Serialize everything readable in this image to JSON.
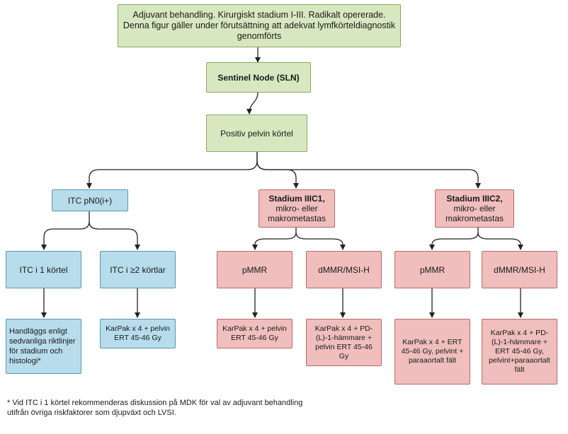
{
  "nodes": {
    "top": "Adjuvant behandling. Kirurgiskt stadium I-III. Radikalt opererade. Denna figur gäller under förutsättning att adekvat lymfkörteldiagnostik genomförts",
    "sln": "Sentinel Node (SLN)",
    "positiv": "Positiv pelvin körtel",
    "itc": "ITC pN0(i+)",
    "stadium3c1_title": "Stadium IIIC1,",
    "stadium3c1_sub": "mikro- eller makrometastas",
    "stadium3c2_title": "Stadium IIIC2,",
    "stadium3c2_sub": "mikro- eller makrometastas",
    "itc_1": "ITC i 1 körtel",
    "itc_2": "ITC i ≥2 körtlar",
    "pmmr_1": "pMMR",
    "dmmr_1": "dMMR/MSI-H",
    "pmmr_2": "pMMR",
    "dmmr_2": "dMMR/MSI-H",
    "handlaggs": "Handläggs enligt sedvanliga riktlinjer för stadium och histologi*",
    "karpak_itc2": "KarPak x 4 + pelvin ERT 45-46 Gy",
    "karpak_pmmr1": "KarPak x 4 + pelvin ERT 45-46 Gy",
    "karpak_dmmr1": "KarPak x 4 + PD-(L)-1-hämmare + pelvin ERT 45-46 Gy",
    "karpak_pmmr2": "KarPak x 4 + ERT 45-46 Gy, pelvint + paraaortalt fält",
    "karpak_dmmr2": "KarPak x 4 + PD-(L)-1-hämmare + ERT 45-46 Gy, pelvint+paraaortalt fält"
  },
  "footnote": "* Vid ITC i 1 körtel rekommenderas diskussion på MDK för val av adjuvant behandling utifrån övriga riskfaktorer som djupväxt och LVSI.",
  "colors": {
    "green": "#d7e8c0",
    "blue": "#b7dcec",
    "red": "#efbebd",
    "connector": "#222222"
  }
}
